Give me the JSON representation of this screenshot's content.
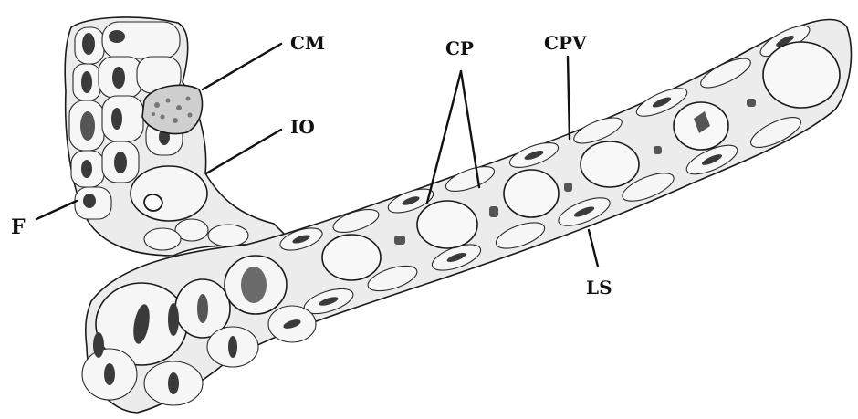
{
  "figure": {
    "labels": {
      "cm": "CM",
      "cp": "CP",
      "cpv": "CPV",
      "io": "IO",
      "f": "F",
      "ls": "LS"
    },
    "colors": {
      "ink": "#1a1a1a",
      "tissue": "#ececec",
      "cell_fill": "#f6f6f6",
      "nucleus": "#3a3a3a",
      "background": "#ffffff"
    }
  }
}
